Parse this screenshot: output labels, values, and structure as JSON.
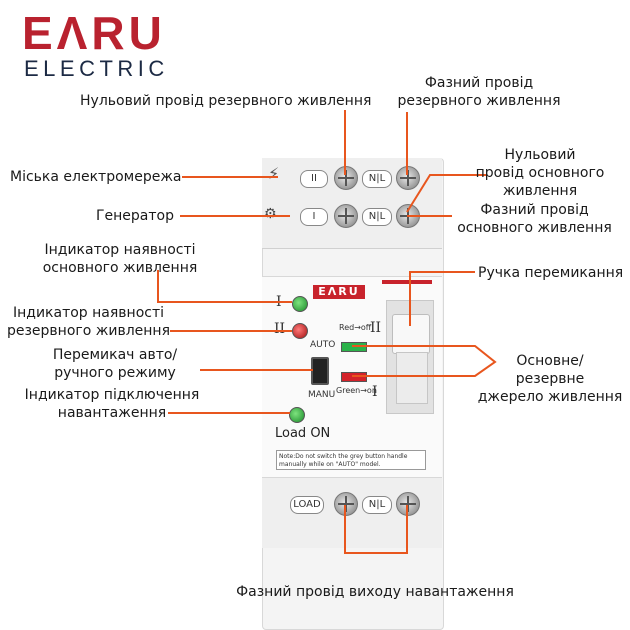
{
  "logo": {
    "main": "EΛRU",
    "sub": "ELECTRIC"
  },
  "device": {
    "brand": "EΛRU",
    "terminal_top_row": [
      "II",
      "N|L"
    ],
    "terminal_mid_row": [
      "I",
      "N|L"
    ],
    "terminal_bottom_row": [
      "LOAD",
      "N|L"
    ],
    "roman_1": "I",
    "roman_2": "II",
    "auto_label": "AUTO",
    "manu_label": "MANU",
    "red_off": "Red→off",
    "green_on": "Green→on",
    "load_on": "Load ON",
    "note": "Note:Do not switch the grey button handle manually while on \"AUTO\" model."
  },
  "labels": {
    "neutral_backup": "Нульовий провід резервного живлення",
    "phase_backup": [
      "Фазний провід",
      "резервного живлення"
    ],
    "grid": "Міська електромережа",
    "neutral_main": [
      "Нульовий",
      "провід основного",
      "живлення"
    ],
    "generator": "Генератор",
    "phase_main": [
      "Фазний провід",
      "основного живлення"
    ],
    "main_indicator": [
      "Індикатор наявності",
      "основного живлення"
    ],
    "handle": "Ручка перемикання",
    "backup_indicator": [
      "Індикатор наявності",
      "резервного живлення"
    ],
    "auto_manual": [
      "Перемикач авто/",
      "ручного режиму"
    ],
    "main_backup_source": [
      "Основне/",
      "резервне",
      "джерело живлення"
    ],
    "load_indicator": [
      "Індикатор підключення",
      "навантаження"
    ],
    "load_phase": "Фазний провід виходу навантаження"
  },
  "colors": {
    "accent_line": "#e8561e",
    "brand": "#b9222f"
  }
}
